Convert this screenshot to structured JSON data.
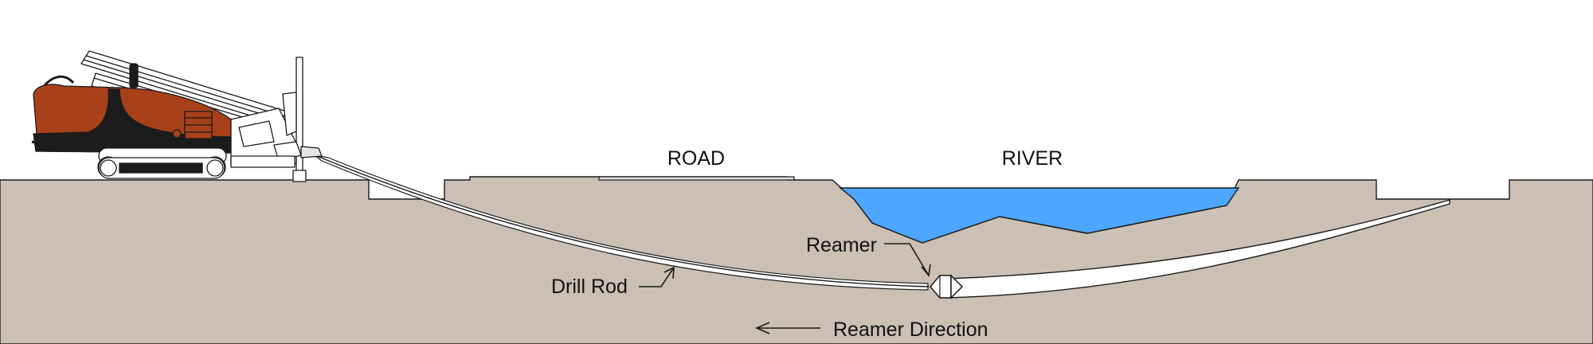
{
  "labels": {
    "road": "ROAD",
    "river": "RIVER",
    "reamer": "Reamer",
    "drill_rod": "Drill Rod",
    "reamer_direction": "Reamer Direction"
  },
  "colors": {
    "ground": "#cbc0b3",
    "water": "#4da6ff",
    "outline": "#1a1a1a",
    "rig_body": "#a8411a",
    "rig_dark": "#1c1c1c",
    "metal": "#e6e6e6",
    "bore": "#ffffff"
  },
  "icons": {
    "rig": "hdd-drilling-rig-icon",
    "reamer": "reamer-cone-icon"
  }
}
